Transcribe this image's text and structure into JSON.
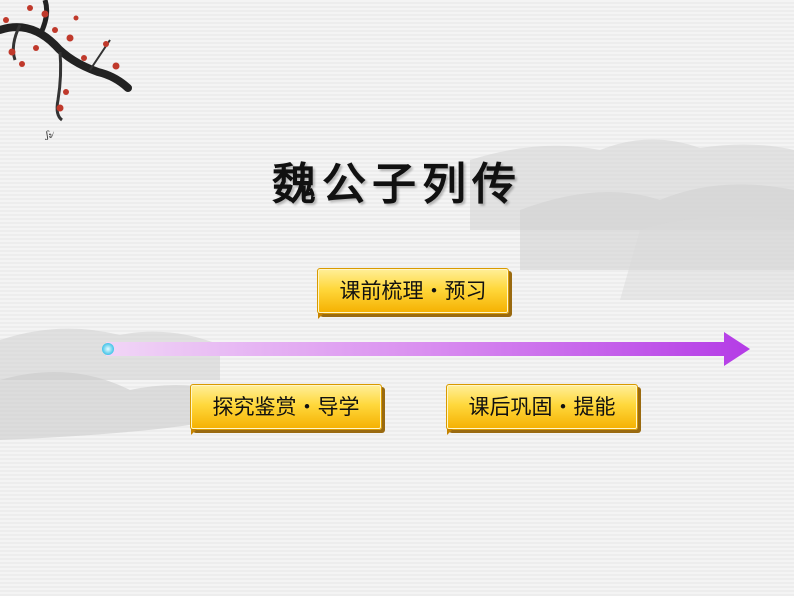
{
  "title": "魏公子列传",
  "nav": {
    "preview": "课前梳理・预习",
    "study": "探究鉴赏・导学",
    "consolidate": "课后巩固・提能"
  }
}
